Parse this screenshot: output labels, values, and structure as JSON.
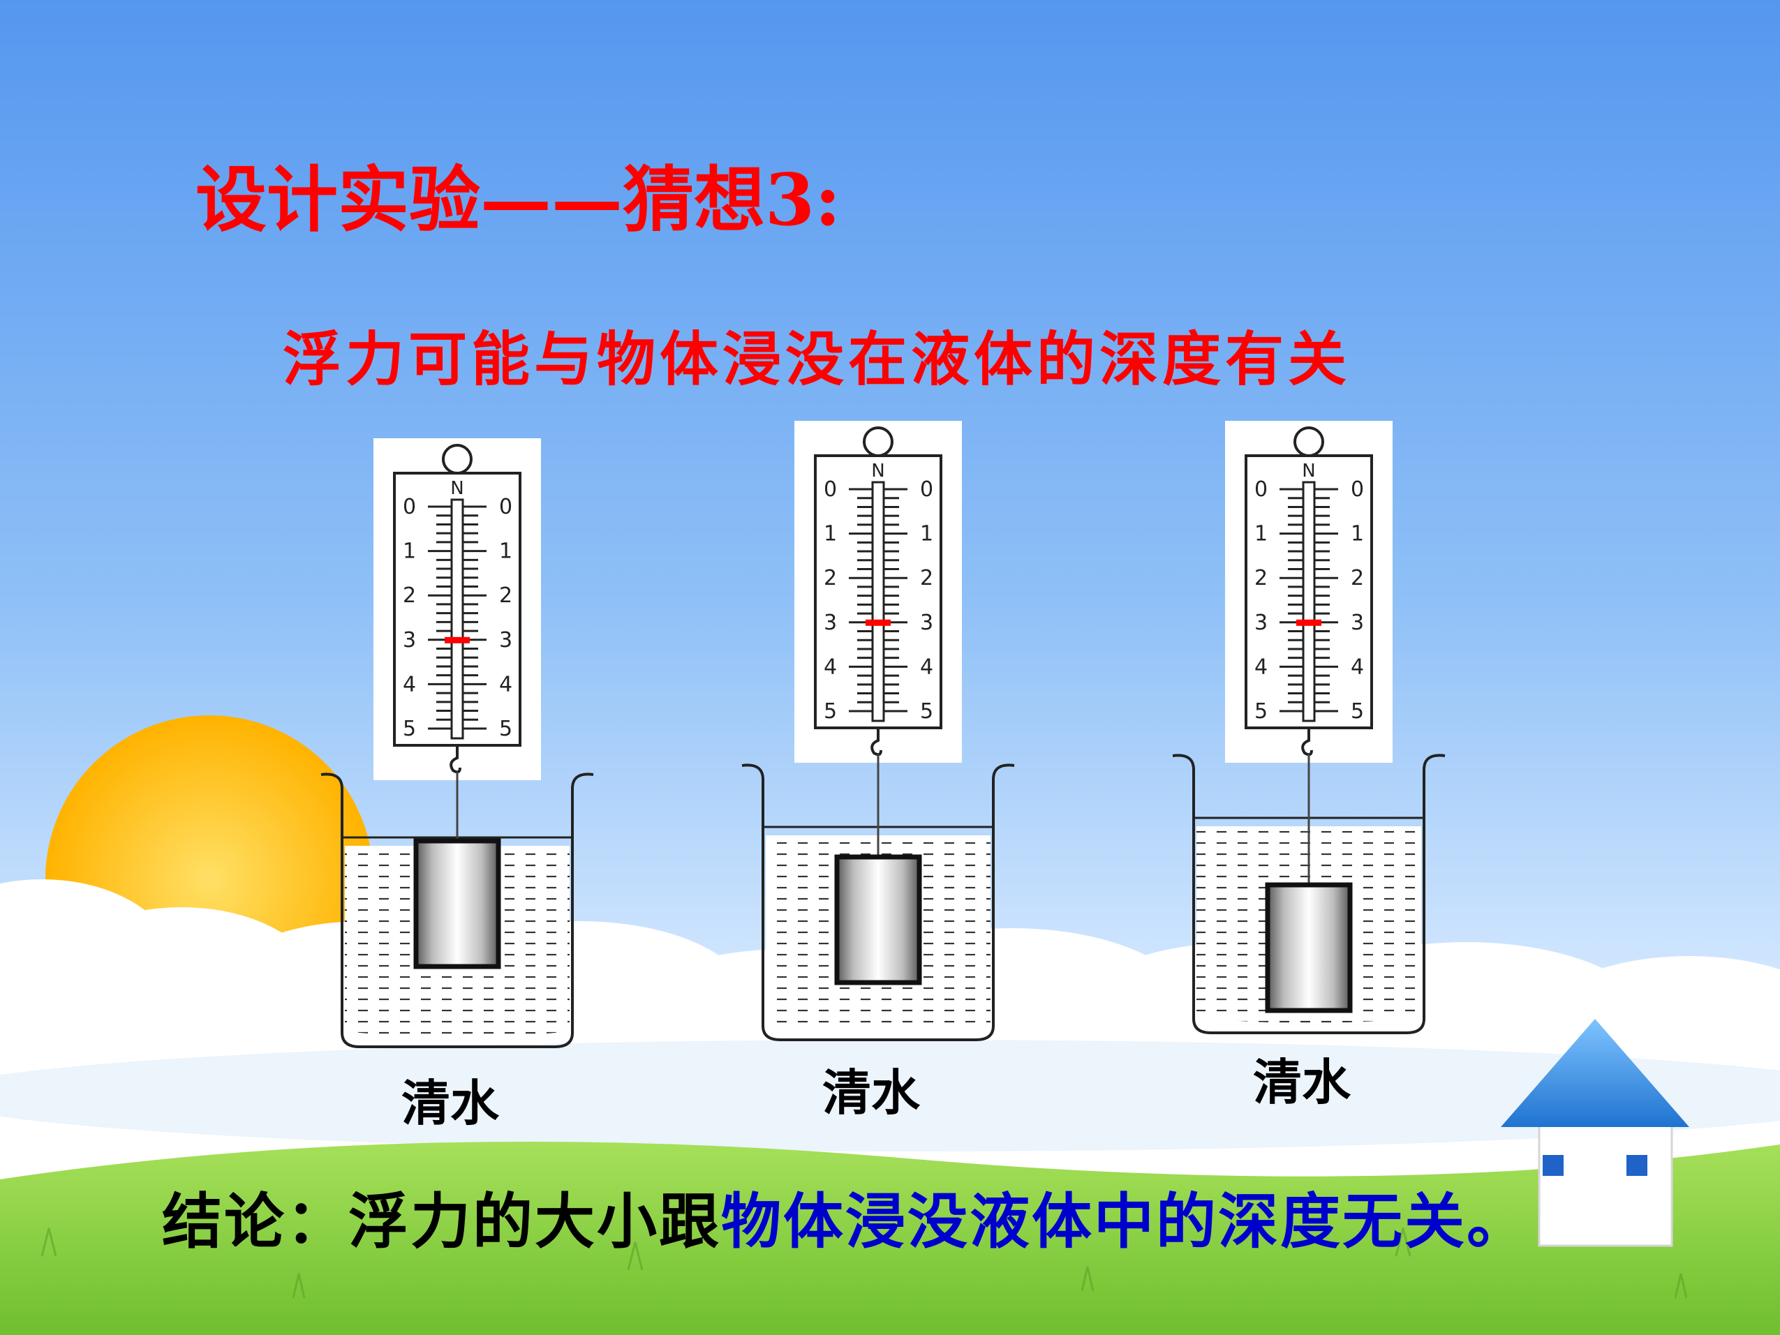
{
  "slide": {
    "title": "设计实验——猜想3:",
    "hypothesis": "浮力可能与物体浸没在液体的深度有关",
    "conclusion_prefix": "结论：浮力的大小跟",
    "conclusion_highlight": "物体浸没液体中的深度无关。"
  },
  "colors": {
    "title": "#ff0000",
    "conclusion_text": "#000000",
    "conclusion_highlight": "#0000cc",
    "sky_top": "#5a9cf0",
    "sky_bottom": "#dcecff",
    "grass": "#8fd44a",
    "sun": "#ffc21a",
    "house_roof": "#2f8ae0",
    "pointer": "#ff0000"
  },
  "spring_scale": {
    "unit_label": "N",
    "scale_numbers": [
      "0",
      "1",
      "2",
      "3",
      "4",
      "5"
    ]
  },
  "setups": [
    {
      "liquid_label": "清水",
      "scale_reading": 3.0,
      "object_depth_rank": 1
    },
    {
      "liquid_label": "清水",
      "scale_reading": 3.0,
      "object_depth_rank": 2
    },
    {
      "liquid_label": "清水",
      "scale_reading": 3.0,
      "object_depth_rank": 3
    }
  ],
  "icons": {
    "home_button": "house-icon",
    "background_sun": "sun-icon"
  }
}
